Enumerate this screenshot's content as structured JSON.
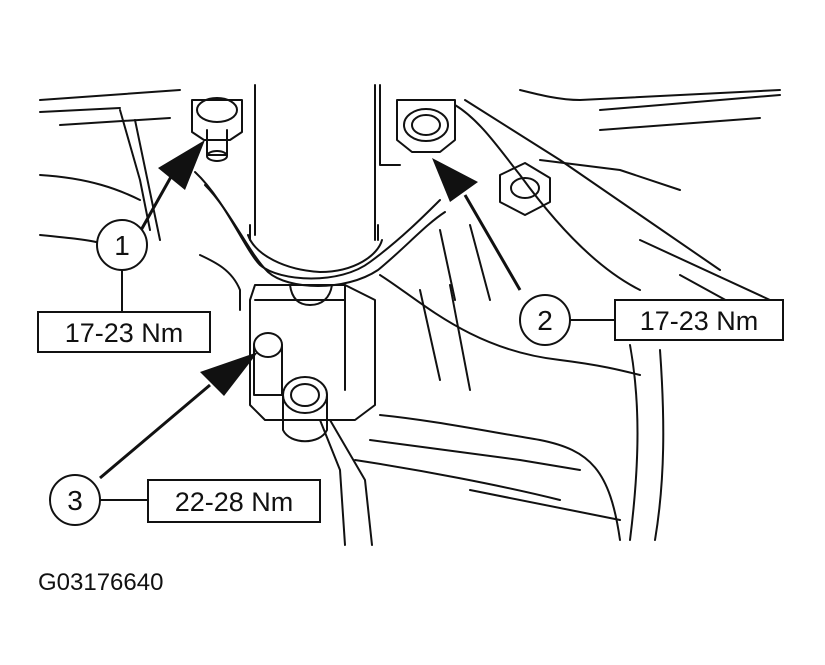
{
  "callouts": [
    {
      "number": "1",
      "torque": "17-23 Nm"
    },
    {
      "number": "2",
      "torque": "17-23 Nm"
    },
    {
      "number": "3",
      "torque": "22-28 Nm"
    }
  ],
  "figure_id": "G03176640"
}
